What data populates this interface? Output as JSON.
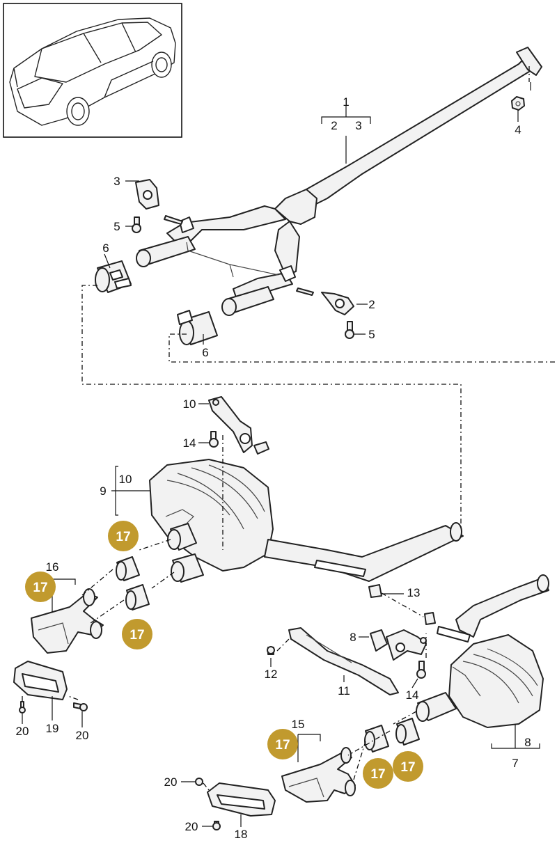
{
  "colors": {
    "badge": "#c19a2e",
    "line": "#222222",
    "part_fill": "#f2f2f2"
  },
  "labels": {
    "p1": "1",
    "p1_a": "2",
    "p1_b": "3",
    "p3": "3",
    "p5_left": "5",
    "p6_left": "6",
    "p4": "4",
    "p2": "2",
    "p5_right": "5",
    "p6_right": "6",
    "p10_hanger": "10",
    "p14_left": "14",
    "p9": "9",
    "p9_sub": "10",
    "p16": "16",
    "p13": "13",
    "p8_left": "8",
    "p12": "12",
    "p11": "11",
    "p14_right": "14",
    "p19": "19",
    "p20_a": "20",
    "p20_b": "20",
    "p15": "15",
    "p8_right": "8",
    "p7": "7",
    "p20_c": "20",
    "p20_d": "20",
    "p18": "18"
  },
  "badges": [
    "17",
    "17",
    "17",
    "17",
    "17",
    "17"
  ],
  "icons": {
    "thumbnail": "car-thumbnail-icon"
  }
}
